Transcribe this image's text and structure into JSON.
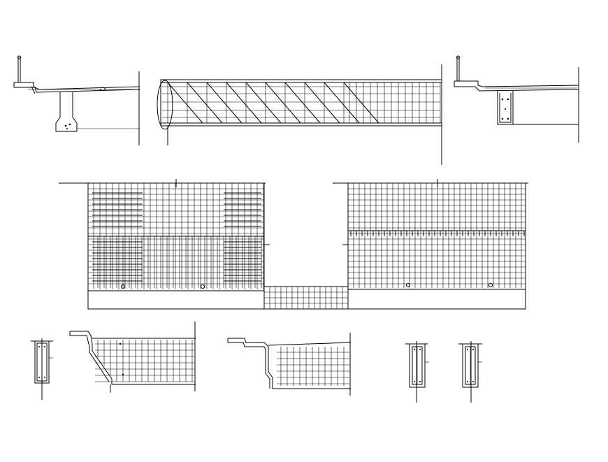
{
  "drawing": {
    "background": "#ffffff",
    "line_color": "#000000",
    "views": [
      {
        "id": "section-left",
        "kind": "cross-section"
      },
      {
        "id": "elevation-top",
        "kind": "longitudinal-elevation"
      },
      {
        "id": "section-right",
        "kind": "cross-section"
      },
      {
        "id": "mesh-left",
        "kind": "reinforcement-elevation"
      },
      {
        "id": "mesh-right",
        "kind": "reinforcement-elevation"
      },
      {
        "id": "detail-1",
        "kind": "wall-section"
      },
      {
        "id": "detail-2",
        "kind": "sloped-section"
      },
      {
        "id": "detail-3",
        "kind": "stepped-section"
      },
      {
        "id": "detail-4",
        "kind": "wall-section"
      },
      {
        "id": "detail-5",
        "kind": "wall-section"
      }
    ]
  }
}
